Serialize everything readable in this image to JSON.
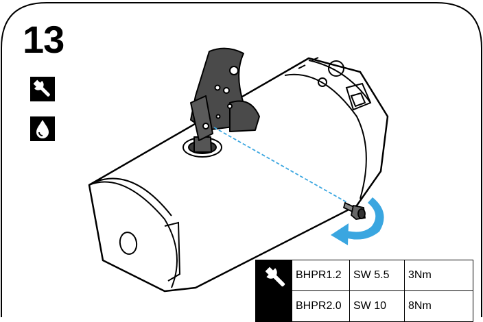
{
  "step": {
    "number": "13"
  },
  "icons": {
    "step_tools": [
      "wrench-icon",
      "water-drop-icon"
    ],
    "table_tool": "wrench-icon"
  },
  "colors": {
    "line": "#000000",
    "part_fill": "#4a4a4a",
    "arrow": "#3aa6e0",
    "guide_line": "#3aa6e0"
  },
  "torque_table": {
    "rows": [
      {
        "model": "BHPR1.2",
        "tool": "SW 5.5",
        "torque": "3Nm"
      },
      {
        "model": "BHPR2.0",
        "tool": "SW 10",
        "torque": "8Nm"
      }
    ]
  }
}
